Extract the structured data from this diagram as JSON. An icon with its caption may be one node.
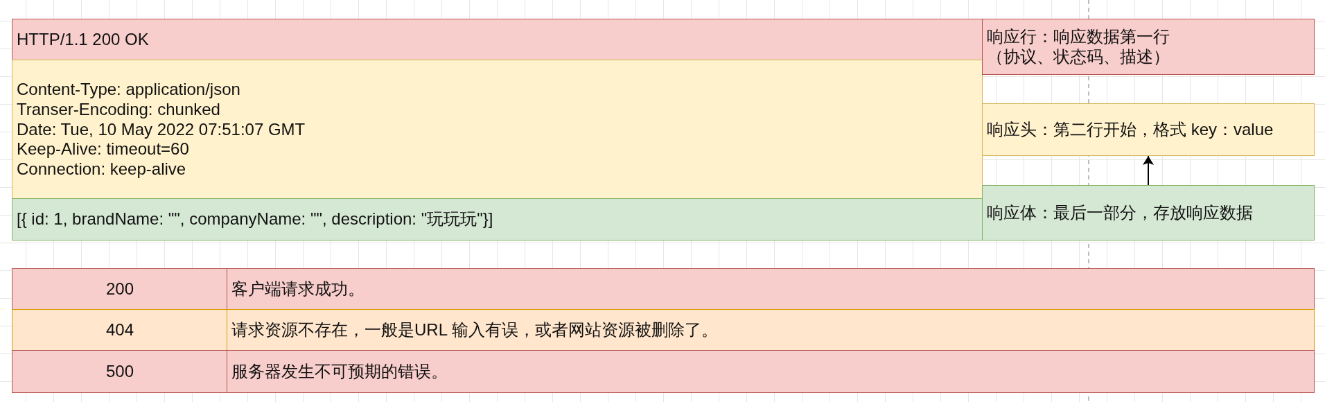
{
  "diagram": {
    "nodes": [
      {
        "text": [
          "HTTP/1.1 200 OK"
        ]
      },
      {
        "text": [
          "Content-Type: application/json",
          "Transer-Encoding: chunked",
          "Date: Tue, 10 May 2022 07:51:07 GMT",
          "Keep-Alive: timeout=60",
          "Connection: keep-alive"
        ]
      },
      {
        "text": [
          "[{ id: 1, brandName: \"\", companyName: \"\", description: \"玩玩玩\"}]"
        ]
      },
      {
        "text": [
          "响应行：响应数据第一行（协议、状态码、描述）"
        ]
      },
      {
        "text": [
          "响应头：第二行开始，格式 key：value"
        ]
      },
      {
        "text": [
          "响应体：最后一部分，存放响应数据"
        ]
      },
      {
        "text": [
          "200"
        ]
      },
      {
        "text": [
          "客户端请求成功。"
        ]
      },
      {
        "text": [
          "404"
        ]
      },
      {
        "text": [
          "请求资源不存在，一般是URL 输入有误，或者网站资源被删除了。"
        ]
      },
      {
        "text": [
          "500"
        ]
      },
      {
        "text": [
          "服务器发生不可预期的错误。"
        ]
      }
    ],
    "edges": [
      {
        "from": 5,
        "to": 4,
        "arrow": "to"
      }
    ]
  }
}
